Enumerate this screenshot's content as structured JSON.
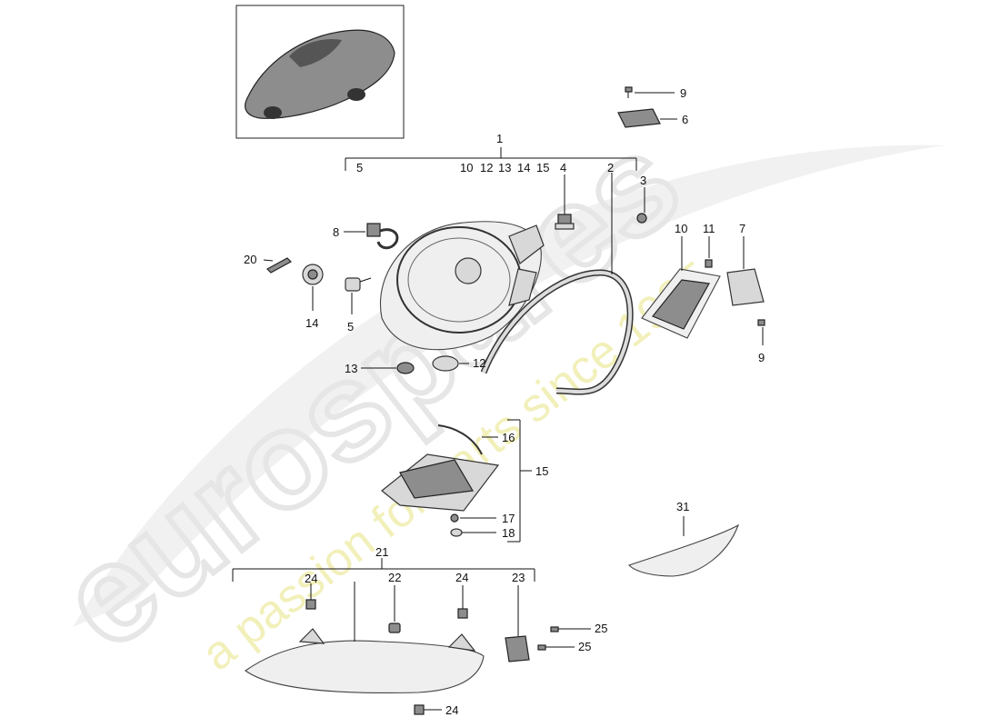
{
  "watermark": {
    "brand": "eurospares",
    "tagline": "a passion for parts since 1985"
  },
  "labels": {
    "l1": "1",
    "l5a": "5",
    "l10a": "10",
    "l12a": "12",
    "l13a": "13",
    "l14a": "14",
    "l15a": "15",
    "l2": "2",
    "l3": "3",
    "l4": "4",
    "l5b": "5",
    "l6": "6",
    "l7": "7",
    "l8": "8",
    "l9a": "9",
    "l9b": "9",
    "l10b": "10",
    "l11": "11",
    "l12b": "12",
    "l13b": "13",
    "l14b": "14",
    "l15b": "15",
    "l16": "16",
    "l17": "17",
    "l18": "18",
    "l20": "20",
    "l21": "21",
    "l22": "22",
    "l23": "23",
    "l24a": "24",
    "l24b": "24",
    "l24c": "24",
    "l25a": "25",
    "l25b": "25",
    "l31": "31"
  }
}
